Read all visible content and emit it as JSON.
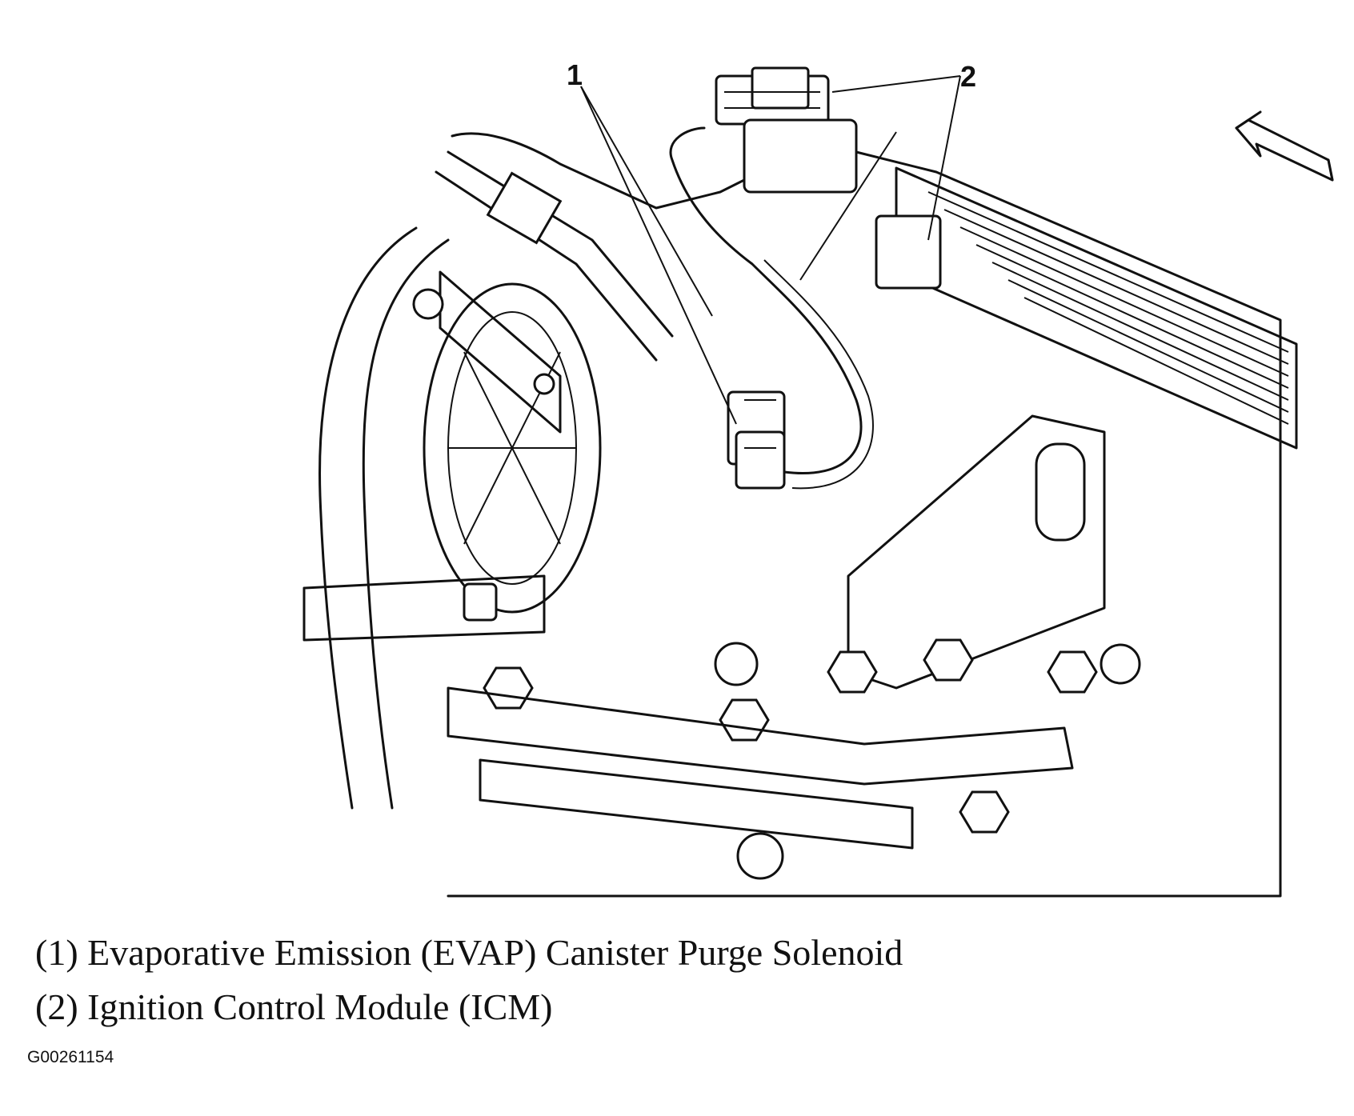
{
  "callouts": [
    {
      "number": "1"
    },
    {
      "number": "2"
    }
  ],
  "legend": [
    {
      "text": "(1) Evaporative Emission (EVAP) Canister Purge Solenoid"
    },
    {
      "text": "(2) Ignition Control Module (ICM)"
    }
  ],
  "figure_id": "G00261154",
  "icons": [
    "front-direction-arrow-icon"
  ],
  "colors": {
    "ink": "#111111",
    "background": "#ffffff"
  }
}
